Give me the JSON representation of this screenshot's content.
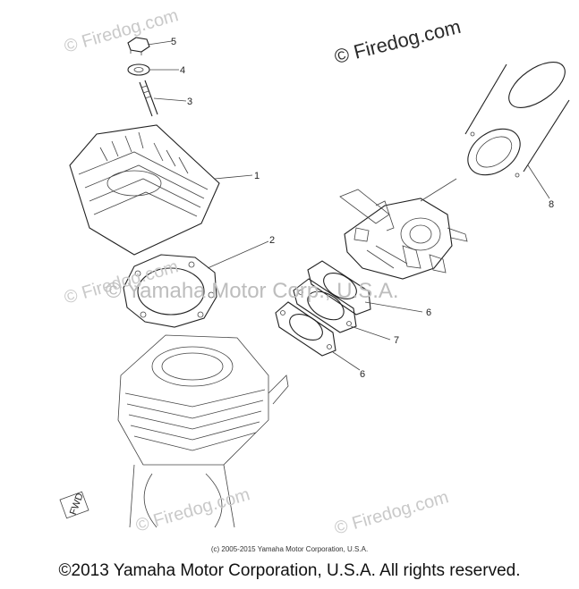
{
  "watermarks": {
    "brand_primary": "© Firedog.com",
    "brand_faint": "© Firedog.com",
    "center_text": "© Yamaha Motor Corp., U.S.A."
  },
  "callouts": [
    {
      "id": "1",
      "label": "1"
    },
    {
      "id": "2",
      "label": "2"
    },
    {
      "id": "3",
      "label": "3"
    },
    {
      "id": "4",
      "label": "4"
    },
    {
      "id": "5",
      "label": "5"
    },
    {
      "id": "6a",
      "label": "6"
    },
    {
      "id": "6b",
      "label": "6"
    },
    {
      "id": "7",
      "label": "7"
    },
    {
      "id": "8",
      "label": "8"
    }
  ],
  "front_marker": "FWD",
  "small_copyright": "(c) 2005-2015 Yamaha Motor Corporation, U.S.A.",
  "footer_copyright": "©2013 Yamaha Motor Corporation, U.S.A. All rights reserved.",
  "colors": {
    "line": "#222222",
    "watermark": "#c9c9c9",
    "background": "#ffffff"
  }
}
